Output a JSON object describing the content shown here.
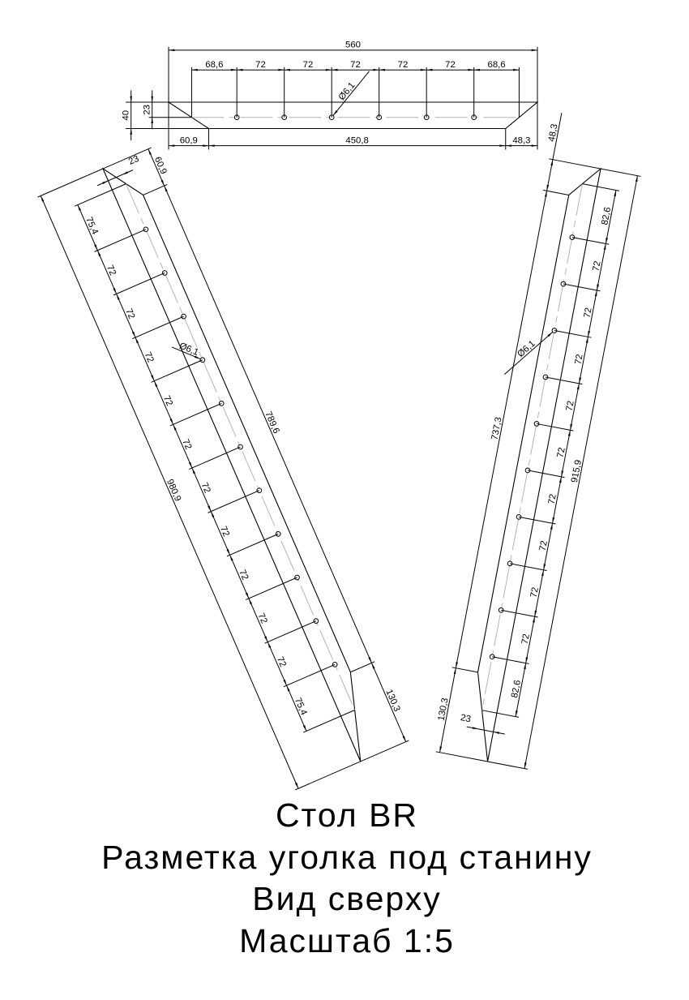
{
  "title": {
    "lines": [
      "Стол BR",
      "Разметка уголка под станину",
      "Вид сверху",
      "Масштаб 1:5"
    ]
  },
  "top_view": {
    "overall_length": "560",
    "chain": [
      "68,6",
      "72",
      "72",
      "72",
      "72",
      "72",
      "68,6"
    ],
    "bottom": [
      "60,9",
      "450,8",
      "48,3"
    ],
    "height": "40",
    "hole_offset": "23",
    "hole_diameter": "Ø6,1"
  },
  "left_piece": {
    "overall_length": "980,9",
    "edge": [
      "60,9",
      "789,6",
      "130,3"
    ],
    "chain": [
      "75,4",
      "72",
      "72",
      "72",
      "72",
      "72",
      "72",
      "72",
      "72",
      "72",
      "72",
      "75,4"
    ],
    "hole_offset": "23",
    "hole_diameter": "Ø6,1"
  },
  "right_piece": {
    "overall_length": "915,9",
    "edge": [
      "48,3",
      "737,3",
      "130,3"
    ],
    "chain": [
      "82,6",
      "72",
      "72",
      "72",
      "72",
      "72",
      "72",
      "72",
      "72",
      "72",
      "82,6"
    ],
    "hole_offset": "23",
    "hole_diameter": "Ø6,1"
  }
}
